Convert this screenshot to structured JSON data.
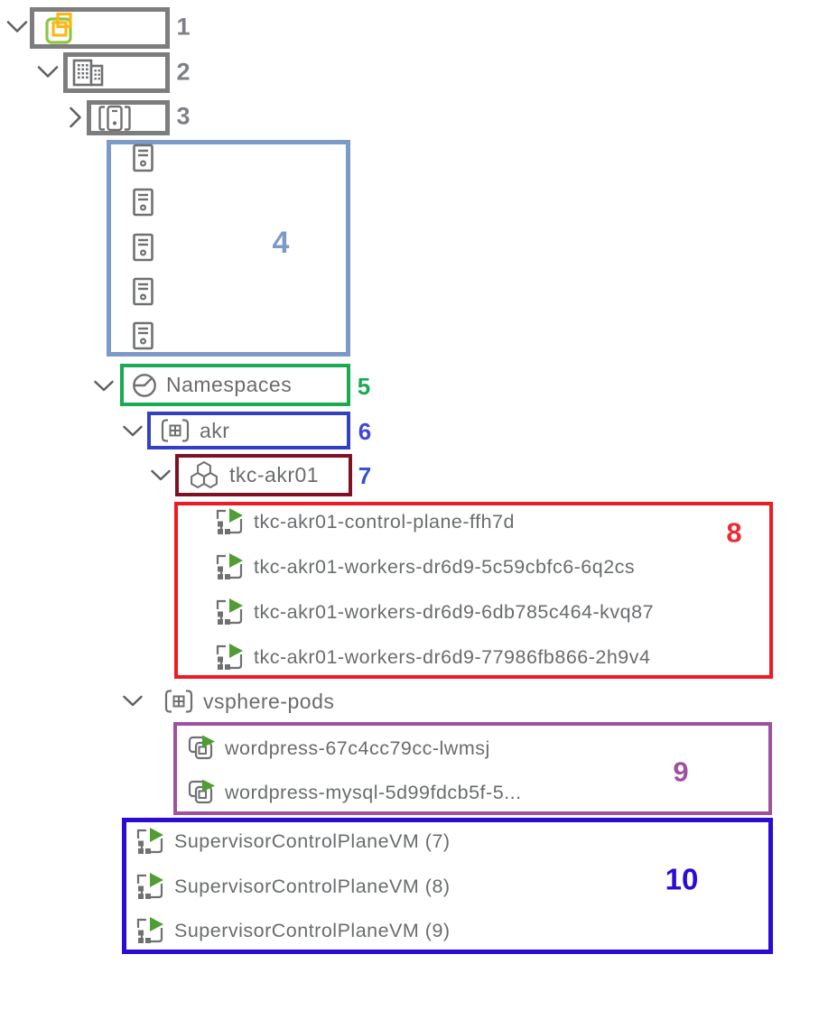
{
  "colors": {
    "gray_box": "#7d7d7d",
    "hosts_box": "#7b9ac8",
    "namespaces_box": "#1aaa51",
    "akr_box": "#3340c4",
    "tkc_box": "#801122",
    "tkc_vms_box": "#ee1b24",
    "pods_box": "#9e519f",
    "supervisor_box": "#2c0bd5",
    "num_gray": "#7e8085",
    "num_blue": "#3a4bd4",
    "tree_text": "#696c6e",
    "icon_gray": "#6e7072",
    "power_on_green": "#4f9d33",
    "logo_green": "#8dc63f",
    "logo_yellow": "#fcb716"
  },
  "tree": {
    "vcenter": {
      "annotation": "1"
    },
    "datacenter": {
      "annotation": "2"
    },
    "cluster": {
      "annotation": "3"
    },
    "hosts": {
      "annotation": "4",
      "host_count": 5
    },
    "namespaces": {
      "label": "Namespaces",
      "annotation": "5"
    },
    "akr": {
      "label": "akr",
      "annotation": "6"
    },
    "tkc": {
      "label": "tkc-akr01",
      "annotation": "7"
    },
    "tkc_vms": {
      "annotation": "8",
      "items": [
        "tkc-akr01-control-plane-ffh7d",
        "tkc-akr01-workers-dr6d9-5c59cbfc6-6q2cs",
        "tkc-akr01-workers-dr6d9-6db785c464-kvq87",
        "tkc-akr01-workers-dr6d9-77986fb866-2h9v4"
      ]
    },
    "vsphere_pods": {
      "label": "vsphere-pods"
    },
    "pods": {
      "annotation": "9",
      "items": [
        "wordpress-67c4cc79cc-lwmsj",
        "wordpress-mysql-5d99fdcb5f-5..."
      ]
    },
    "supervisor_vms": {
      "annotation": "10",
      "items": [
        "SupervisorControlPlaneVM (7)",
        "SupervisorControlPlaneVM (8)",
        "SupervisorControlPlaneVM (9)"
      ]
    }
  }
}
